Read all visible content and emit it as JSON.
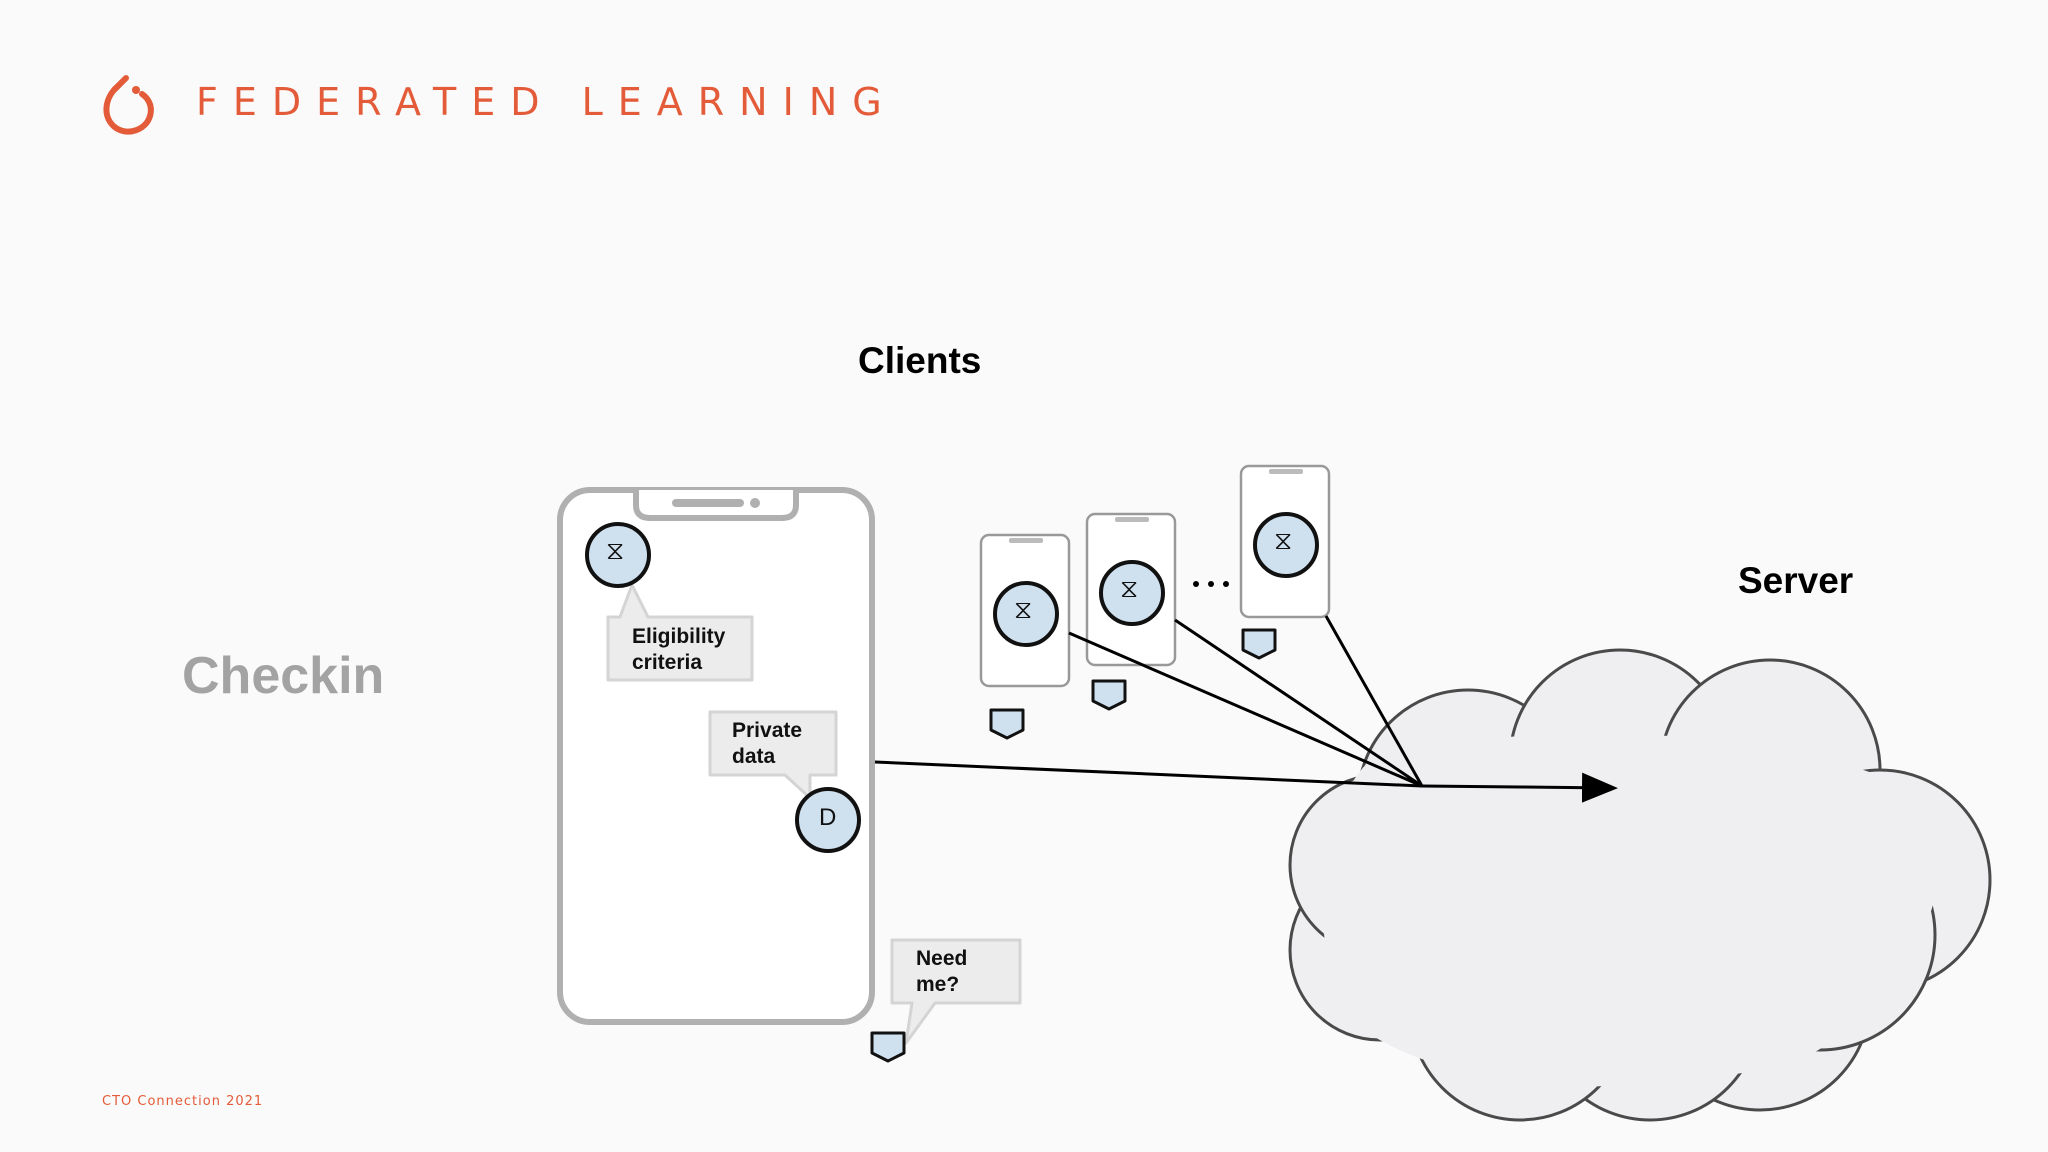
{
  "header": {
    "title": "FEDERATED LEARNING",
    "logo_icon": "pytorch-flame-logo",
    "accent_color": "#e35b38"
  },
  "footer": {
    "text": "CTO Connection 2021"
  },
  "labels": {
    "clients": "Clients",
    "server": "Server",
    "checkin": "Checkin",
    "ellipsis": "..."
  },
  "callouts": {
    "eligibility": "Eligibility\ncriteria",
    "private_data": "Private\ndata",
    "need_me": "Need\nme?"
  },
  "icons": {
    "hourglass": "⧖",
    "data": "D"
  },
  "colors": {
    "node_fill": "#cfe0ef",
    "cloud_fill": "#efeff1",
    "phone_outline_main": "#b0b0b0",
    "phone_outline_small": "#999999"
  }
}
